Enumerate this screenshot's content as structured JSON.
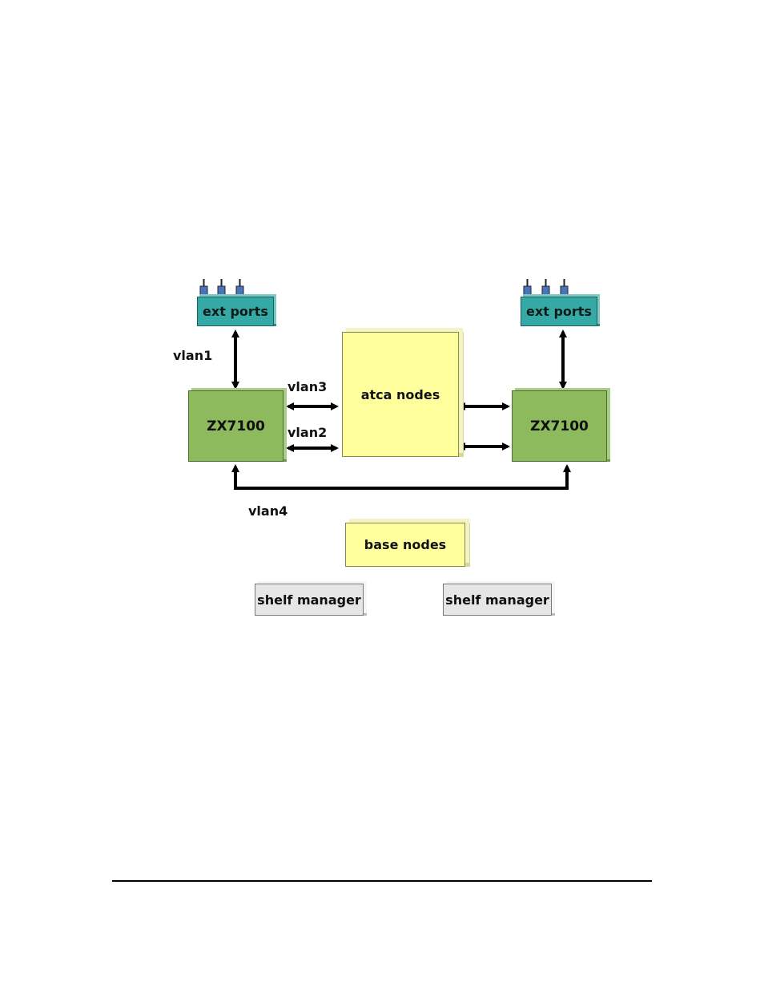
{
  "diagram": {
    "ext_ports_left": "ext ports",
    "ext_ports_right": "ext ports",
    "switch_left": "ZX7100",
    "switch_right": "ZX7100",
    "atca": "atca nodes",
    "base": "base nodes",
    "shelf_left": "shelf manager",
    "shelf_right": "shelf manager",
    "vlan1": "vlan1",
    "vlan2": "vlan2",
    "vlan3": "vlan3",
    "vlan4": "vlan4"
  },
  "colors": {
    "switch": "#8cba5c",
    "atca": "#ffff9e",
    "ports": "#35a9a5",
    "shelf": "#e6e6e6",
    "connector": "#4a74b8"
  }
}
